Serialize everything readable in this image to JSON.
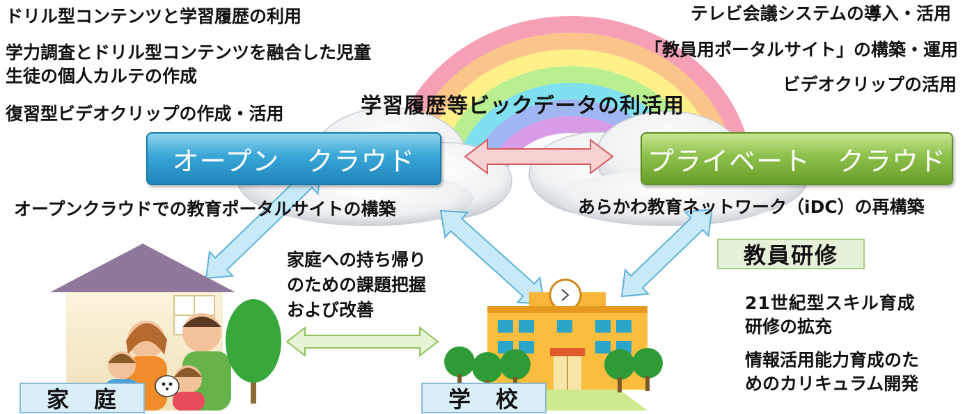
{
  "colors": {
    "open_cloud": "#2a97cc",
    "private_cloud": "#7fb33f",
    "arrow_blue": "#bfe3f3",
    "arrow_red": "#f6c8c8",
    "arrow_green": "#dff0c8"
  },
  "rainbow": {
    "title": "学習履歴等ビックデータの利活用"
  },
  "clouds": {
    "open": "オープン　クラウド",
    "private": "プライベート　クラウド"
  },
  "left_notes": {
    "line1": "ドリル型コンテンツと学習履歴の利用",
    "line2a": "学力調査とドリル型コンテンツを融合した児童",
    "line2b": "生徒の個人カルテの作成",
    "line3": "復習型ビデオクリップの作成・活用"
  },
  "right_notes": {
    "line1": "テレビ会議システムの導入・活用",
    "line2": "「教員用ポータルサイト」の構築・運用",
    "line3": "ビデオクリップの活用"
  },
  "portal_caption": "オープンクラウドでの教育ポータルサイトの構築",
  "network_caption": "あらかわ教育ネットワーク（iDC）の再構築",
  "homework_notes": {
    "line1": "家庭への持ち帰り",
    "line2": "のための課題把握",
    "line3": "および改善"
  },
  "training": {
    "label": "教員研修",
    "line1a": "21世紀型スキル育成",
    "line1b": "研修の拡充",
    "line2a": "情報活用能力育成のた",
    "line2b": "めのカリキュラム開発"
  },
  "labels": {
    "home": "家　庭",
    "school": "学　校"
  }
}
